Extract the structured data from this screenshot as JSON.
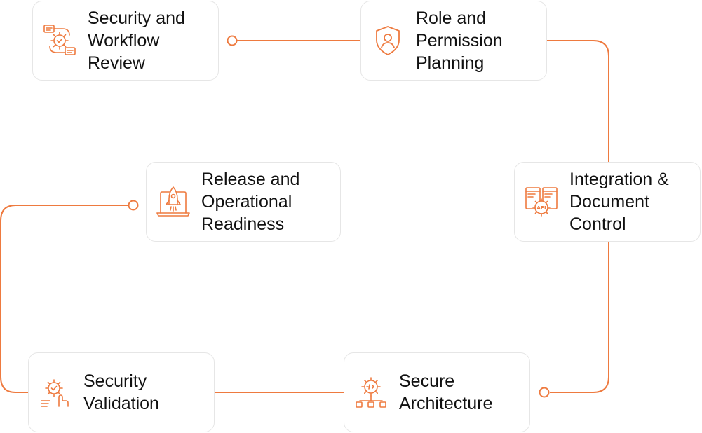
{
  "accent_color": "#ee7a3f",
  "steps": [
    {
      "id": "security-workflow-review",
      "label": "Security and\nWorkflow\nReview",
      "icon": "workflow-gear-icon"
    },
    {
      "id": "role-permission-planning",
      "label": "Role and\nPermission\nPlanning",
      "icon": "shield-user-icon"
    },
    {
      "id": "integration-document-control",
      "label": "Integration &\nDocument\nControl",
      "icon": "api-gear-icon"
    },
    {
      "id": "secure-architecture",
      "label": "Secure\nArchitecture",
      "icon": "code-gear-network-icon"
    },
    {
      "id": "security-validation",
      "label": "Security\nValidation",
      "icon": "gear-check-hand-icon"
    },
    {
      "id": "release-operational-readiness",
      "label": "Release and\nOperational\nReadiness",
      "icon": "rocket-laptop-icon"
    }
  ]
}
